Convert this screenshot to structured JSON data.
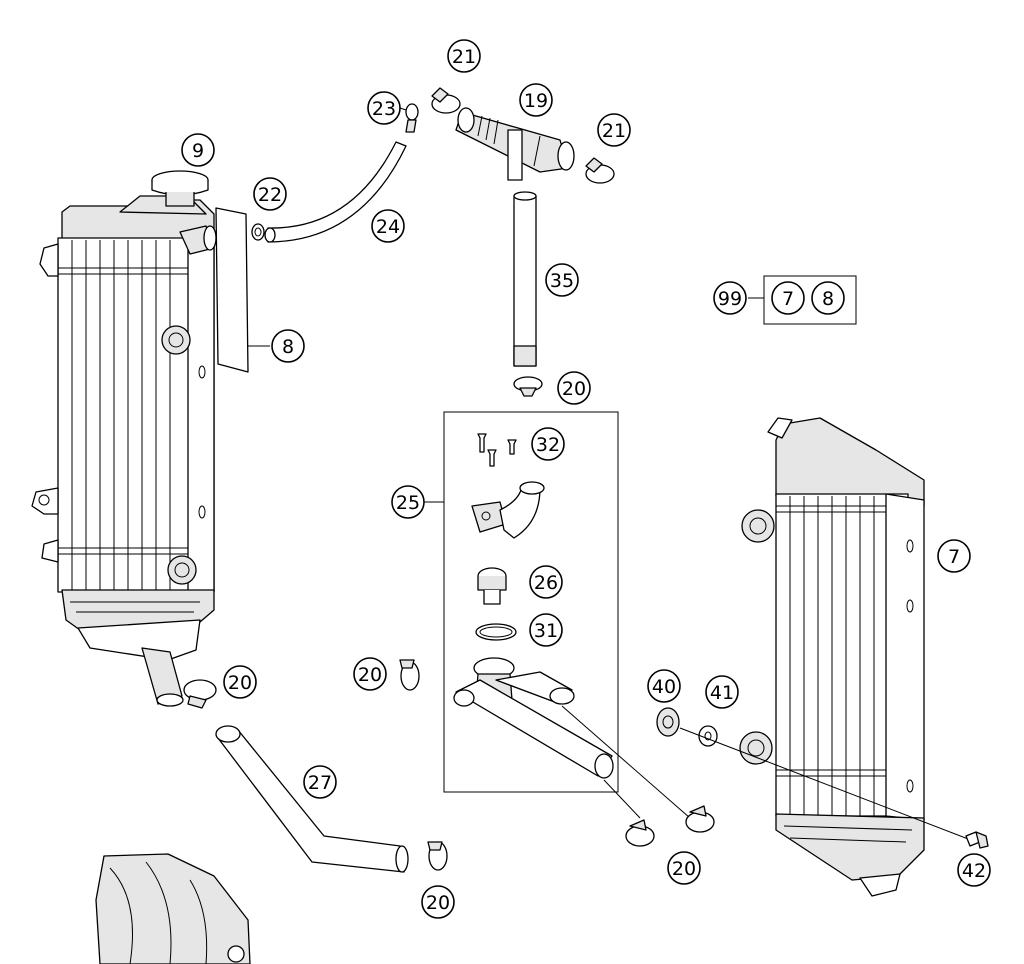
{
  "callouts": {
    "c9": "9",
    "c23": "23",
    "c21a": "21",
    "c19": "19",
    "c21b": "21",
    "c22": "22",
    "c24": "24",
    "c35": "35",
    "c8": "8",
    "c99": "99",
    "c99_sub1": "7",
    "c99_sub2": "8",
    "c20a": "20",
    "c32": "32",
    "c25": "25",
    "c26": "26",
    "c31": "31",
    "c7": "7",
    "c20b": "20",
    "c20c": "20",
    "c40": "40",
    "c41": "41",
    "c27": "27",
    "c20d": "20",
    "c20e": "20",
    "c42": "42"
  }
}
